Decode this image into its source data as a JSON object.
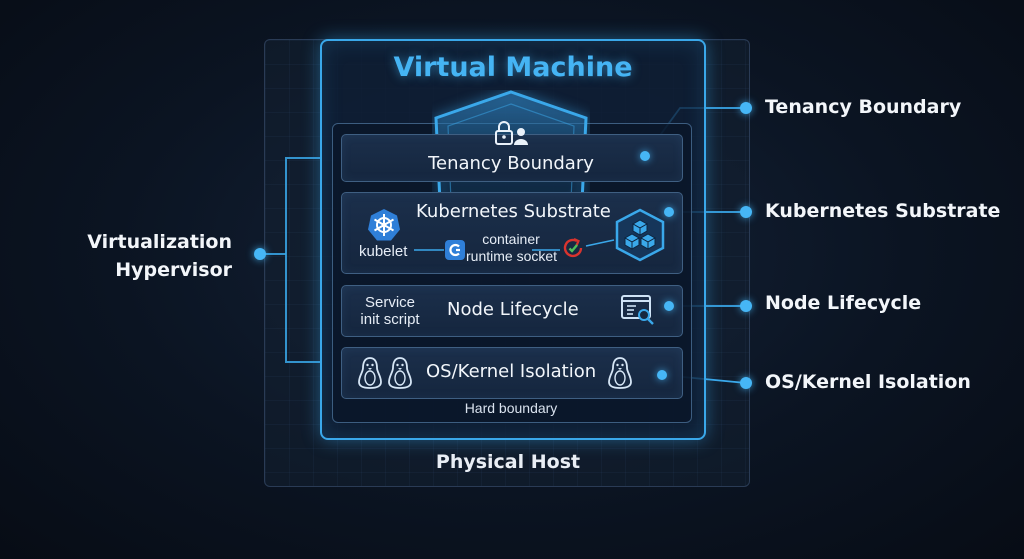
{
  "diagram": {
    "title": "Virtual Machine",
    "host_label": "Physical Host",
    "hypervisor_label": [
      "Virtualization",
      "Hypervisor"
    ],
    "hard_boundary_label": "Hard boundary",
    "layers": {
      "tenancy": {
        "title": "Tenancy Boundary"
      },
      "kubernetes": {
        "title": "Kubernetes Substrate",
        "kubelet": "kubelet",
        "runtime_socket": [
          "container",
          "runtime socket"
        ]
      },
      "lifecycle": {
        "title": "Node Lifecycle",
        "service_init": [
          "Service",
          "init script"
        ]
      },
      "os": {
        "title": "OS/Kernel Isolation"
      }
    },
    "callouts": {
      "tenancy": "Tenancy Boundary",
      "kubernetes": "Kubernetes Substrate",
      "lifecycle": "Node Lifecycle",
      "os": "OS/Kernel Isolation"
    },
    "colors": {
      "accent": "#3aa8ea",
      "background": "#0b1422",
      "panel": "#1b2f4b"
    },
    "icons": [
      "shield-icon",
      "lock-user-icon",
      "kubernetes-helm-icon",
      "container-runtime-icon",
      "sync-icon",
      "cube-cluster-icon",
      "monitor-search-icon",
      "linux-penguin-icon"
    ]
  }
}
